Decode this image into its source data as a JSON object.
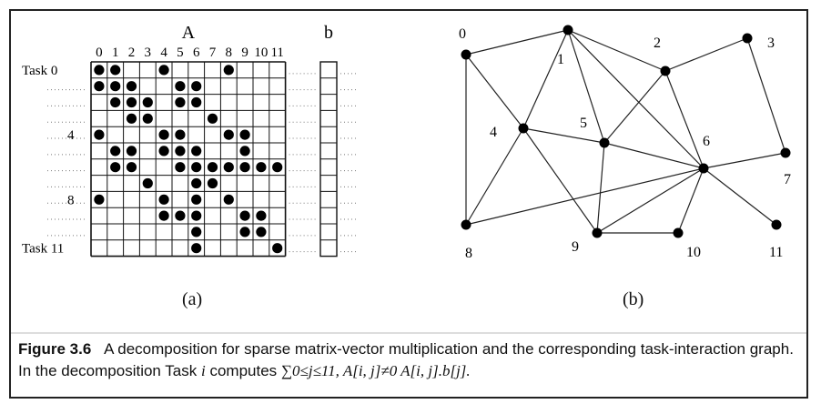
{
  "matrix": {
    "title": "A",
    "col_labels": [
      "0",
      "1",
      "2",
      "3",
      "4",
      "5",
      "6",
      "7",
      "8",
      "9",
      "10",
      "11"
    ],
    "row_labels": [
      {
        "row": 0,
        "text": "Task 0"
      },
      {
        "row": 4,
        "text": "4"
      },
      {
        "row": 8,
        "text": "8"
      },
      {
        "row": 11,
        "text": "Task 11"
      }
    ],
    "nonzeros": [
      [
        0,
        1,
        4,
        8
      ],
      [
        0,
        1,
        2,
        5,
        6
      ],
      [
        1,
        2,
        3,
        5,
        6
      ],
      [
        2,
        3,
        7
      ],
      [
        0,
        4,
        5,
        8,
        9
      ],
      [
        1,
        2,
        4,
        5,
        6,
        9
      ],
      [
        1,
        2,
        5,
        6,
        7,
        8,
        9,
        10,
        11
      ],
      [
        3,
        6,
        7
      ],
      [
        0,
        4,
        6,
        8
      ],
      [
        4,
        5,
        6,
        9,
        10
      ],
      [
        6,
        9,
        10
      ],
      [
        6,
        11
      ]
    ]
  },
  "vector": {
    "title": "b"
  },
  "graph": {
    "nodes": [
      {
        "id": "0"
      },
      {
        "id": "1"
      },
      {
        "id": "2"
      },
      {
        "id": "3"
      },
      {
        "id": "4"
      },
      {
        "id": "5"
      },
      {
        "id": "6"
      },
      {
        "id": "7"
      },
      {
        "id": "8"
      },
      {
        "id": "9"
      },
      {
        "id": "10"
      },
      {
        "id": "11"
      }
    ],
    "edges": [
      [
        "0",
        "1"
      ],
      [
        "0",
        "8"
      ],
      [
        "0",
        "4"
      ],
      [
        "1",
        "4"
      ],
      [
        "1",
        "5"
      ],
      [
        "1",
        "6"
      ],
      [
        "1",
        "2"
      ],
      [
        "2",
        "3"
      ],
      [
        "2",
        "5"
      ],
      [
        "2",
        "6"
      ],
      [
        "3",
        "7"
      ],
      [
        "4",
        "5"
      ],
      [
        "4",
        "8"
      ],
      [
        "4",
        "9"
      ],
      [
        "5",
        "6"
      ],
      [
        "5",
        "9"
      ],
      [
        "6",
        "7"
      ],
      [
        "6",
        "8"
      ],
      [
        "6",
        "9"
      ],
      [
        "6",
        "10"
      ],
      [
        "6",
        "11"
      ],
      [
        "9",
        "10"
      ]
    ]
  },
  "sublabels": {
    "a": "(a)",
    "b": "(b)"
  },
  "caption": {
    "fig_num": "Figure 3.6",
    "text_1": "A decomposition for sparse matrix-vector multiplication and the corresponding task-interaction graph. In the decomposition Task",
    "var_i": "i",
    "text_2": "computes",
    "formula": "∑0≤j≤11, A[i, j]≠0 A[i, j].b[j]."
  }
}
